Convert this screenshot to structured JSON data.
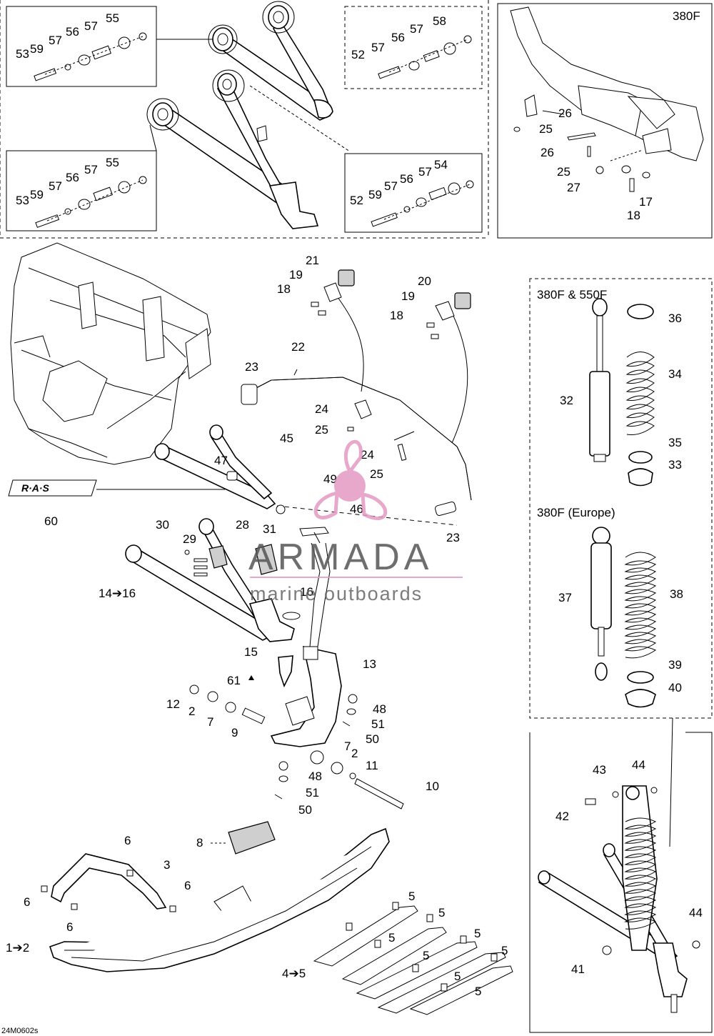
{
  "panels": {
    "top_right_title": "380F",
    "shock_a_title": "380F & 550F",
    "shock_b_title": "380F (Europe)"
  },
  "drawing_code": "24M0602s",
  "watermark": {
    "brand": "ARMADA",
    "tagline": "marine outboards",
    "logo_color": "#e59ac3",
    "text_color": "#555555"
  },
  "callouts": {
    "inset_tl": [
      "55",
      "57",
      "56",
      "57",
      "59",
      "53"
    ],
    "inset_tr": [
      "58",
      "57",
      "56",
      "57",
      "52"
    ],
    "inset_bl": [
      "55",
      "57",
      "56",
      "57",
      "59",
      "53"
    ],
    "inset_br": [
      "54",
      "57",
      "56",
      "57",
      "59",
      "52"
    ],
    "frame_380f": [
      "26",
      "25",
      "26",
      "25",
      "27",
      "17",
      "18"
    ],
    "main": [
      "21",
      "19",
      "18",
      "20",
      "19",
      "18",
      "22",
      "23",
      "24",
      "25",
      "24",
      "25",
      "45",
      "47",
      "49",
      "46",
      "23",
      "60",
      "30",
      "29",
      "28",
      "31",
      "14➔16",
      "16",
      "15",
      "13",
      "61",
      "12",
      "2",
      "7",
      "9",
      "48",
      "51",
      "50",
      "7",
      "2",
      "11",
      "48",
      "51",
      "50",
      "10",
      "8",
      "6",
      "3",
      "6",
      "6",
      "6",
      "1➔2",
      "5",
      "5",
      "5",
      "5",
      "5",
      "5",
      "5",
      "5",
      "4➔5"
    ],
    "shock_a": [
      "36",
      "34",
      "32",
      "35",
      "33"
    ],
    "shock_b": [
      "37",
      "38",
      "39",
      "40"
    ],
    "assembly": [
      "43",
      "44",
      "42",
      "44",
      "41"
    ]
  }
}
